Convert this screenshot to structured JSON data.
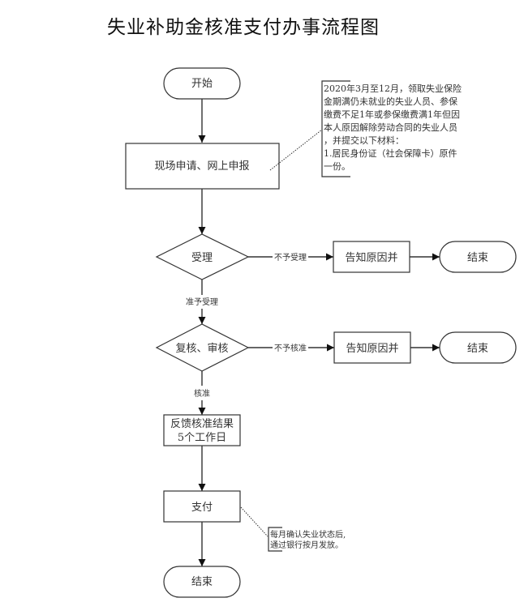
{
  "title": "失业补助金核准支付办事流程图",
  "nodes": {
    "start": "开始",
    "apply": "现场申请、网上申报",
    "accept": "受理",
    "notify1": "告知原因并",
    "end1": "结束",
    "review": "复核、审核",
    "notify2": "告知原因并",
    "end2": "结束",
    "feedback_line1": "反馈核准结果",
    "feedback_line2": "5个工作日",
    "pay": "支付",
    "end3": "结束"
  },
  "edges": {
    "reject_accept": "不予受理",
    "approve_accept": "准予受理",
    "reject_review": "不予核准",
    "approve_review": "核准"
  },
  "notes": {
    "apply_note": [
      "2020年3月至12月，领取失业保险",
      "金期满仍未就业的失业人员、参保",
      "缴费不足1年或参保缴费满1年但因",
      "本人原因解除劳动合同的失业人员",
      "，并提交以下材料：",
      "1.居民身份证（社会保障卡）原件",
      "一份。"
    ],
    "pay_note": [
      "每月确认失业状态后,",
      "通过银行按月发放。"
    ]
  }
}
